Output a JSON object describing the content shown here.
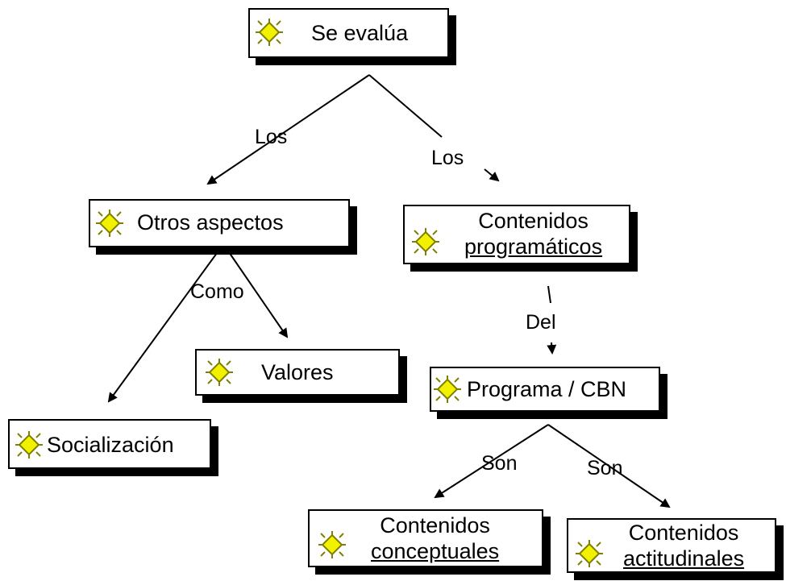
{
  "nodes": {
    "root": {
      "label": "Se evalúa",
      "icon": "sparkle-icon"
    },
    "otros": {
      "label": "Otros aspectos",
      "icon": "sparkle-icon"
    },
    "contenidos_prog": {
      "line1": "Contenidos",
      "line2": "programáticos",
      "icon": "sparkle-icon"
    },
    "valores": {
      "label": "Valores",
      "icon": "sparkle-icon"
    },
    "socializacion": {
      "label": "Socialización",
      "icon": "sparkle-icon"
    },
    "programa": {
      "label": "Programa / CBN",
      "icon": "sparkle-icon"
    },
    "conceptuales": {
      "line1": "Contenidos",
      "line2": "conceptuales",
      "icon": "sparkle-icon"
    },
    "actitudinales": {
      "line1": "Contenidos",
      "line2": "actitudinales",
      "icon": "sparkle-icon"
    }
  },
  "links": {
    "los_left": "Los",
    "los_right": "Los",
    "como": "Como",
    "del": "Del",
    "son_left": "Son",
    "son_right": "Son"
  },
  "colors": {
    "icon_fill": "#f2f200",
    "icon_outline": "#808000",
    "line": "#000000"
  }
}
